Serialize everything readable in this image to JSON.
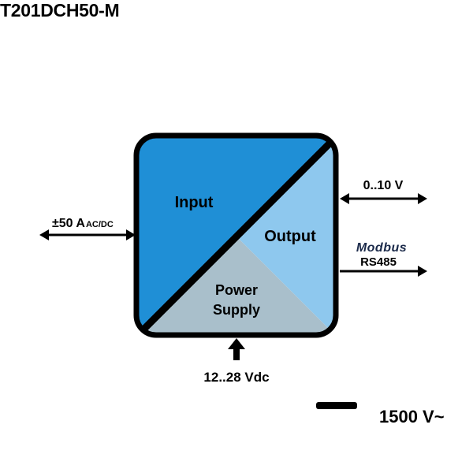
{
  "title": "T201DCH50-M",
  "block": {
    "input_label": "Input",
    "output_label": "Output",
    "power_label_line1": "Power",
    "power_label_line2": "Supply",
    "colors": {
      "input": "#1f8fd6",
      "output": "#8ec8ee",
      "power": "#a9bfcb",
      "border": "#000000"
    }
  },
  "signals": {
    "input_range": "±50 A",
    "input_type": "AC/DC",
    "output_range": "0..10 V",
    "modbus_label": "Modbus",
    "rs485_label": "RS485",
    "supply_voltage": "12..28 Vdc"
  },
  "isolation": {
    "label": "1500 V~"
  }
}
